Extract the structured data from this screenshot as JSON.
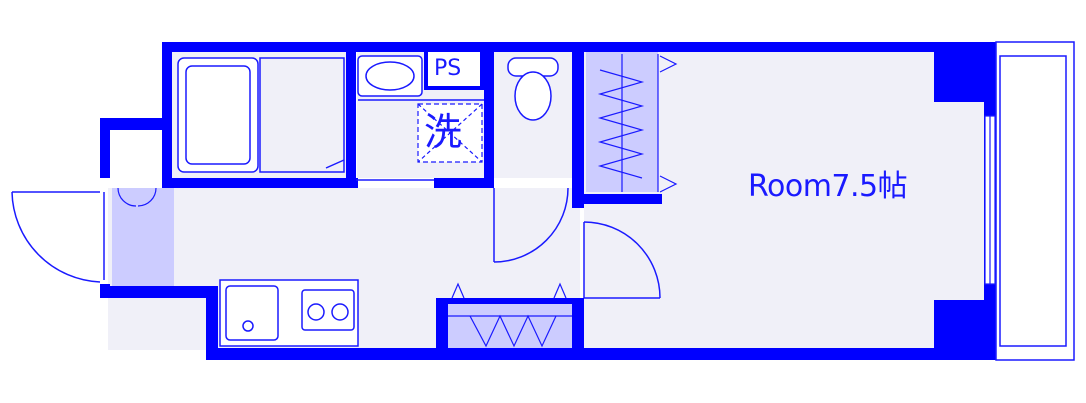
{
  "floorplan": {
    "room_label": "Room7.5帖",
    "ps_label": "PS",
    "washer_label": "洗"
  },
  "colors": {
    "wall": "#0000ff",
    "fill": "#f0f0f8",
    "storage": "#ccccff",
    "line": "#1a1aff"
  }
}
